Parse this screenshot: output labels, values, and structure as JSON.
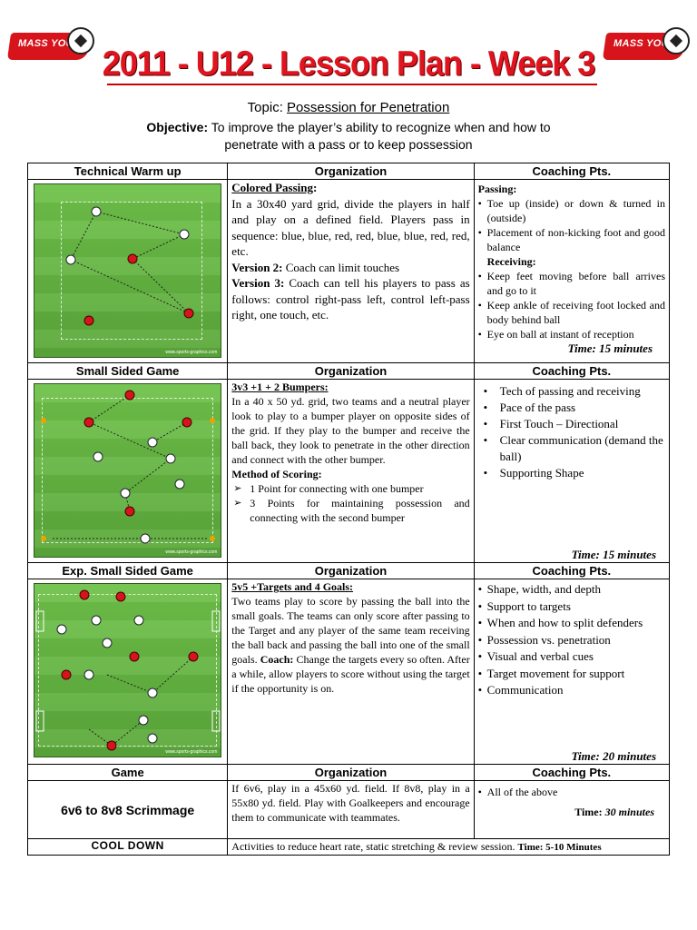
{
  "header": {
    "logo_text": "MASS YOUTH",
    "title": "2011 - U12 - Lesson Plan - Week 3",
    "topic_label": "Topic:",
    "topic": "Possession for Penetration",
    "objective_label": "Objective:",
    "objective_line1": "To improve the player’s ability to recognize when and how to",
    "objective_line2": "penetrate with a pass or to keep possession"
  },
  "colors": {
    "title": "#e0141f",
    "field": "#5aa83a",
    "team_red": "#d7141b",
    "team_white": "#ffffff"
  },
  "field_credit": "www.sports-graphics.com",
  "rows": {
    "warmup": {
      "label": "Technical Warm up",
      "org_header": "Organization",
      "cp_header": "Coaching Pts.",
      "drill_title": "Colored Passing",
      "text1": "In a 30x40 yard grid, divide the players in half and play on a defined field. Players pass in sequence: blue, blue, red, red, blue, blue, red, red, etc.",
      "v2_label": "Version 2:",
      "v2_text": "Coach can limit touches",
      "v3_label": "Version 3:",
      "v3_text": "Coach can tell his players to pass as follows: control right-pass left, control left-pass right, one touch, etc.",
      "passing_label": "Passing:",
      "passing_points": [
        "Toe up (inside) or down & turned in (outside)",
        "Placement of non-kicking foot and good balance"
      ],
      "receiving_label": "Receiving:",
      "receiving_points": [
        "Keep feet moving before ball arrives and go to it",
        "Keep ankle of receiving foot locked and body behind ball",
        "Eye on ball at instant of reception"
      ],
      "time": "Time: 15 minutes"
    },
    "ssg": {
      "label": "Small Sided Game",
      "org_header": "Organization",
      "cp_header": "Coaching Pts.",
      "drill_title": "3v3 +1 + 2 Bumpers:",
      "text1": "In a 40 x 50 yd. grid, two teams and a neutral player look to play to a bumper player on opposite sides of the grid. If they play to the bumper and receive the ball back, they look to penetrate in the other direction and connect with the other bumper.",
      "scoring_label": "Method of Scoring:",
      "scoring": [
        "1 Point for connecting with one bumper",
        "3 Points for maintaining possession and connecting with the second bumper"
      ],
      "points": [
        "Tech of passing and receiving",
        "Pace of the pass",
        "First Touch – Directional",
        "Clear communication (demand the ball)",
        "Supporting Shape"
      ],
      "time": "Time: 15 minutes"
    },
    "exp": {
      "label": "Exp. Small Sided Game",
      "org_header": "Organization",
      "cp_header": "Coaching Pts.",
      "drill_title": "5v5 +Targets and 4 Goals:",
      "text1": "Two teams play to score by passing the ball into the small goals. The teams can only score after passing to the Target and any player of the same team receiving the ball back and passing the ball into one of the small goals.",
      "coach_label": "Coach:",
      "coach_text": "Change the targets every so often. After a while, allow players to score without using the target if the opportunity is on.",
      "points": [
        "Shape, width, and depth",
        "Support to targets",
        "When and how to split defenders",
        "Possession vs. penetration",
        "Visual and verbal cues",
        "Target movement for support",
        "Communication"
      ],
      "time": "Time: 20 minutes"
    },
    "game": {
      "label": "Game",
      "org_header": "Organization",
      "cp_header": "Coaching Pts.",
      "name": "6v6 to 8v8 Scrimmage",
      "text": "If 6v6, play in a 45x60 yd. field. If 8v8, play in a 55x80 yd. field.  Play with Goalkeepers and encourage them to communicate with teammates.",
      "point": "All of the above",
      "time_label": "Time:",
      "time_value": "30 minutes"
    },
    "cooldown": {
      "label": "COOL  DOWN",
      "text": "Activities to reduce heart rate, static stretching & review session.",
      "time": "Time: 5-10 Minutes"
    }
  }
}
